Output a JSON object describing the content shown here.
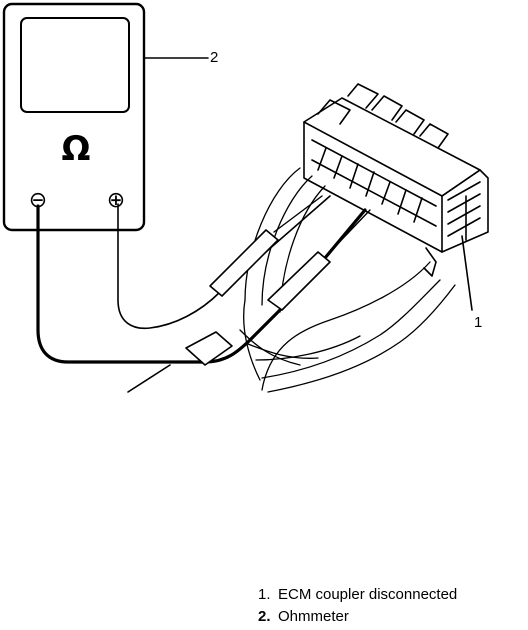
{
  "meter": {
    "symbol": "Ω",
    "minus_symbol": "⊖",
    "plus_symbol": "⊕"
  },
  "callouts": [
    {
      "number": "2"
    },
    {
      "number": "1"
    }
  ],
  "legend": [
    {
      "number": "1.",
      "text": "ECM coupler disconnected"
    },
    {
      "number": "2.",
      "text": "Ohmmeter"
    }
  ]
}
